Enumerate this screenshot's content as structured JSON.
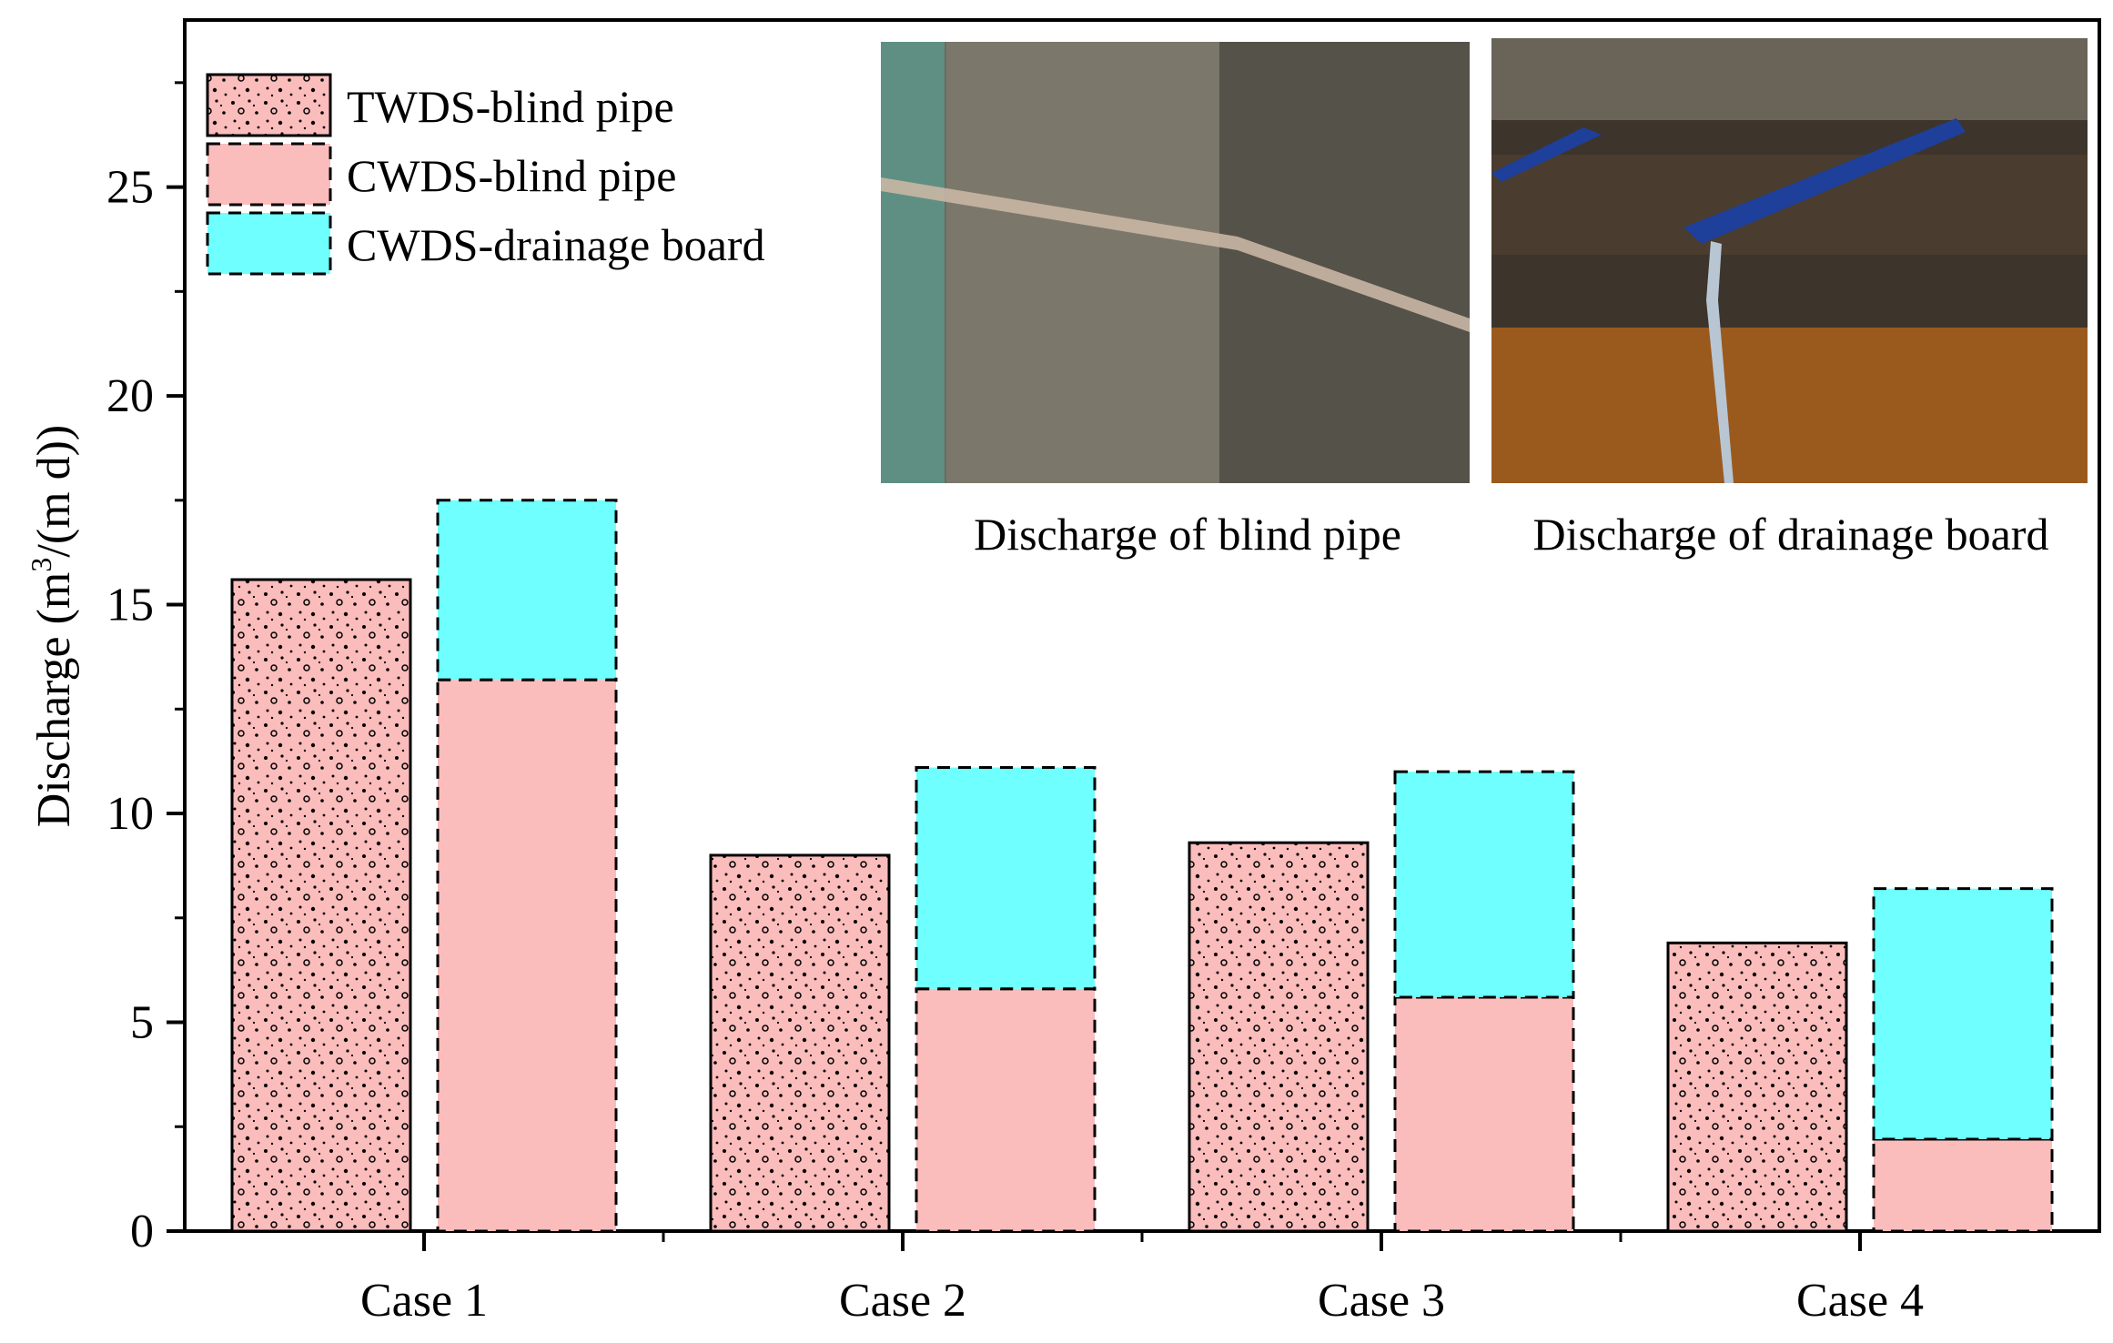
{
  "chart_data": {
    "type": "bar",
    "categories": [
      "Case 1",
      "Case 2",
      "Case 3",
      "Case 4"
    ],
    "series": [
      {
        "name": "TWDS-blind pipe",
        "values": [
          15.6,
          9.0,
          9.3,
          6.9
        ]
      },
      {
        "name": "CWDS-blind pipe",
        "values": [
          13.2,
          5.8,
          5.6,
          2.2
        ]
      },
      {
        "name": "CWDS-drainage board",
        "values": [
          4.3,
          5.3,
          5.4,
          6.0
        ]
      }
    ],
    "stacking": "series 2 and 3 stacked in right bar of each case",
    "ylabel_main": "Discharge (m",
    "ylabel_sup": "3",
    "ylabel_tail": "/(m d))",
    "ylim": [
      0,
      29
    ],
    "yticks": [
      "0",
      "5",
      "10",
      "15",
      "20",
      "25"
    ],
    "grid": false,
    "legend_position": "top-left",
    "colors": {
      "pink": "#fbbcbc",
      "cyan": "#6ffffe",
      "axis": "#000000"
    },
    "photo_captions": [
      "Discharge of blind pipe",
      "Discharge of drainage board"
    ]
  }
}
